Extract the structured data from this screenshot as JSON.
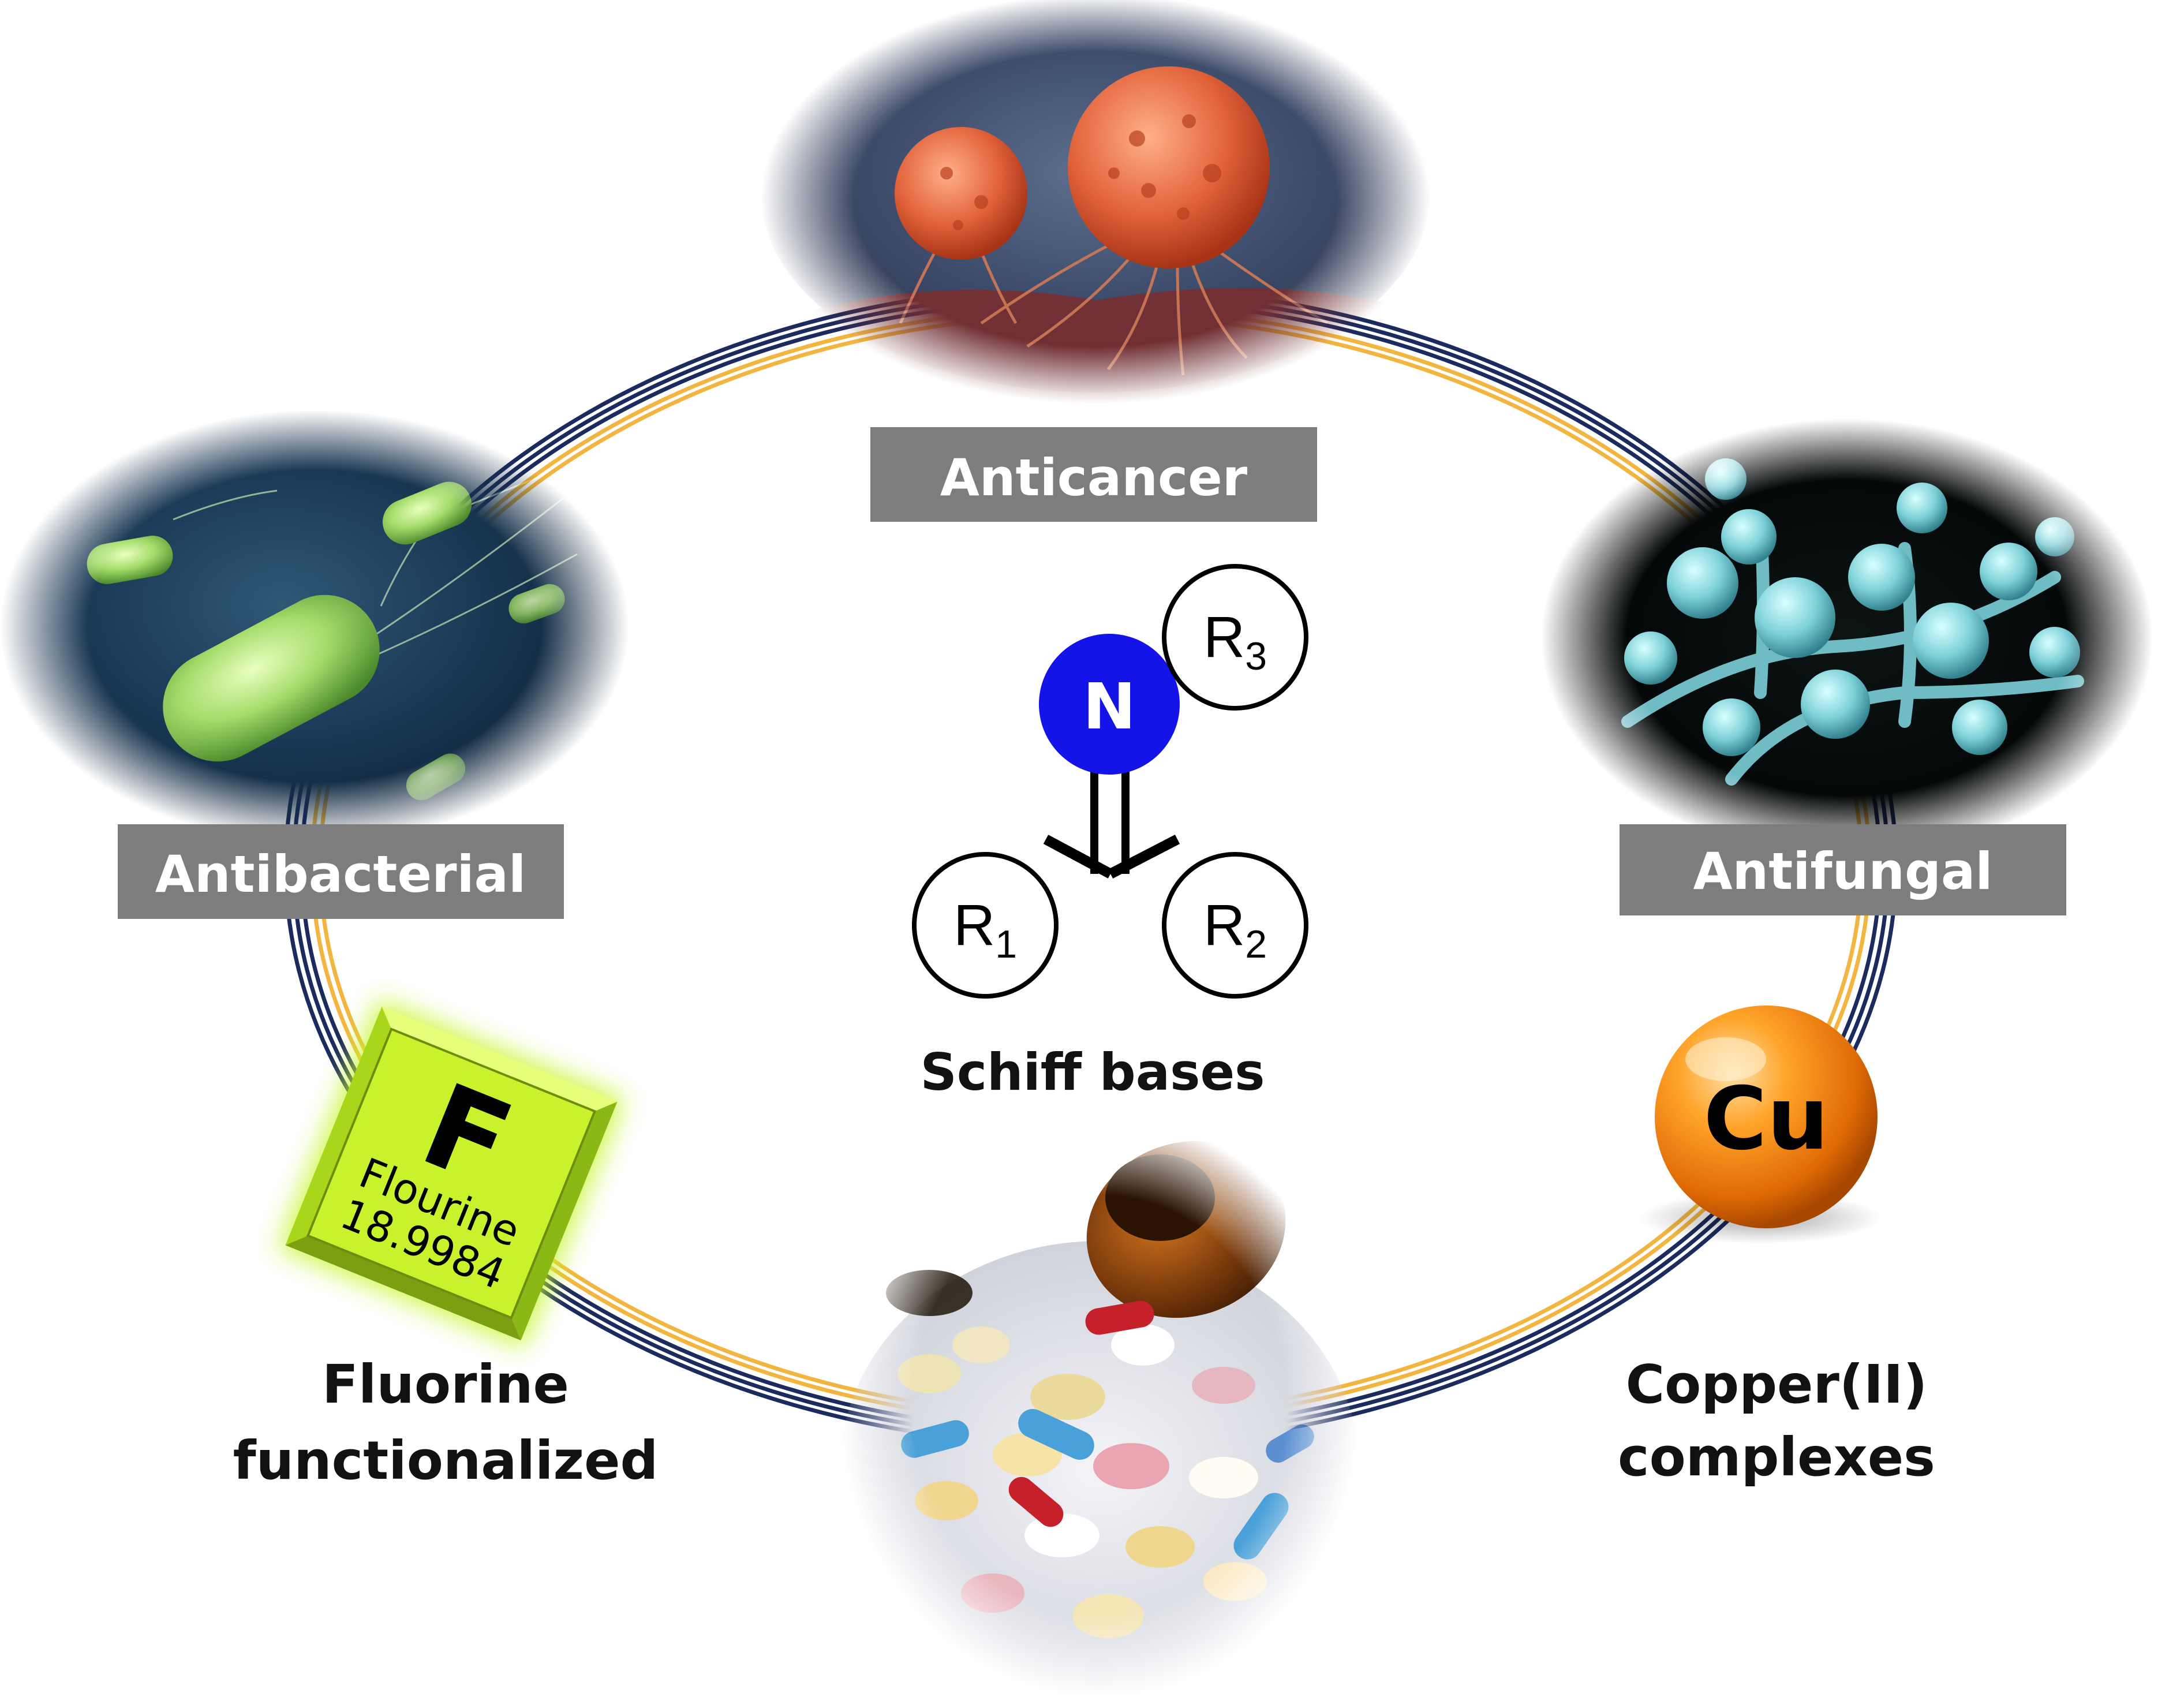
{
  "labels": {
    "anticancer": "Anticancer",
    "antibacterial": "Antibacterial",
    "antifungal": "Antifungal"
  },
  "center": {
    "title": "Schiff bases",
    "atom": "N",
    "r1": "R",
    "r1_sub": "1",
    "r2": "R",
    "r2_sub": "2",
    "r3": "R",
    "r3_sub": "3"
  },
  "fluorine_tile": {
    "symbol": "F",
    "name": "Flourine",
    "mass": "18.9984"
  },
  "copper_sphere": {
    "symbol": "Cu"
  },
  "captions": {
    "fluorine_line1": "Fluorine",
    "fluorine_line2": "functionalized",
    "copper_line1": "Copper(II)",
    "copper_line2": "complexes"
  },
  "colors": {
    "ring_navy": "#1c2b5e",
    "ring_gold": "#f2b640",
    "banner_gray": "#7d7d7d",
    "nitrogen_blue": "#1414e8",
    "fluorine_green": "#c6f52a",
    "copper_orange": "#f07a0a"
  }
}
